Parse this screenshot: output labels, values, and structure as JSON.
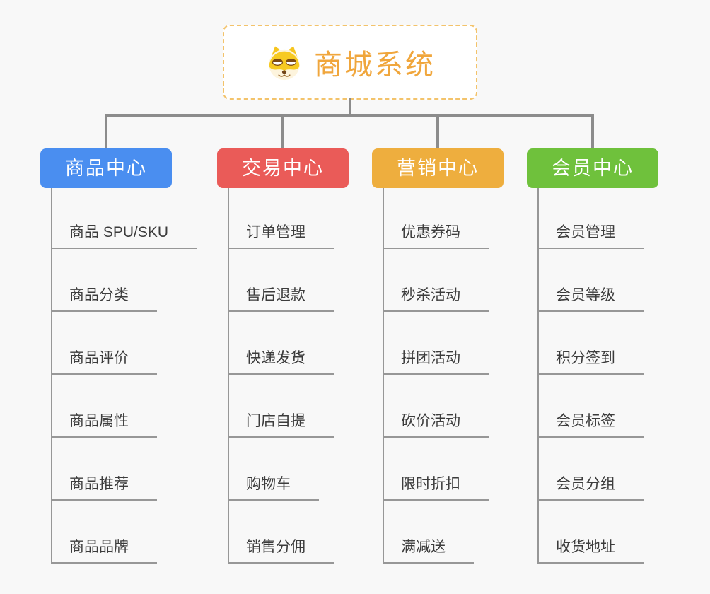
{
  "page": {
    "background": "#f8f8f8",
    "connector_color": "#8c8c8c"
  },
  "root": {
    "title": "商城系统",
    "icon": "dog-icon",
    "text_color": "#f0a63c",
    "border_color": "#f3c36b"
  },
  "branches": [
    {
      "label": "商品中心",
      "color": "#4a8ef0",
      "items": [
        "商品 SPU/SKU",
        "商品分类",
        "商品评价",
        "商品属性",
        "商品推荐",
        "商品品牌"
      ]
    },
    {
      "label": "交易中心",
      "color": "#ea5b58",
      "items": [
        "订单管理",
        "售后退款",
        "快递发货",
        "门店自提",
        "购物车",
        "销售分佣"
      ]
    },
    {
      "label": "营销中心",
      "color": "#eeae3e",
      "items": [
        "优惠券码",
        "秒杀活动",
        "拼团活动",
        "砍价活动",
        "限时折扣",
        "满减送"
      ]
    },
    {
      "label": "会员中心",
      "color": "#6fc13c",
      "items": [
        "会员管理",
        "会员等级",
        "积分签到",
        "会员标签",
        "会员分组",
        "收货地址"
      ]
    }
  ]
}
